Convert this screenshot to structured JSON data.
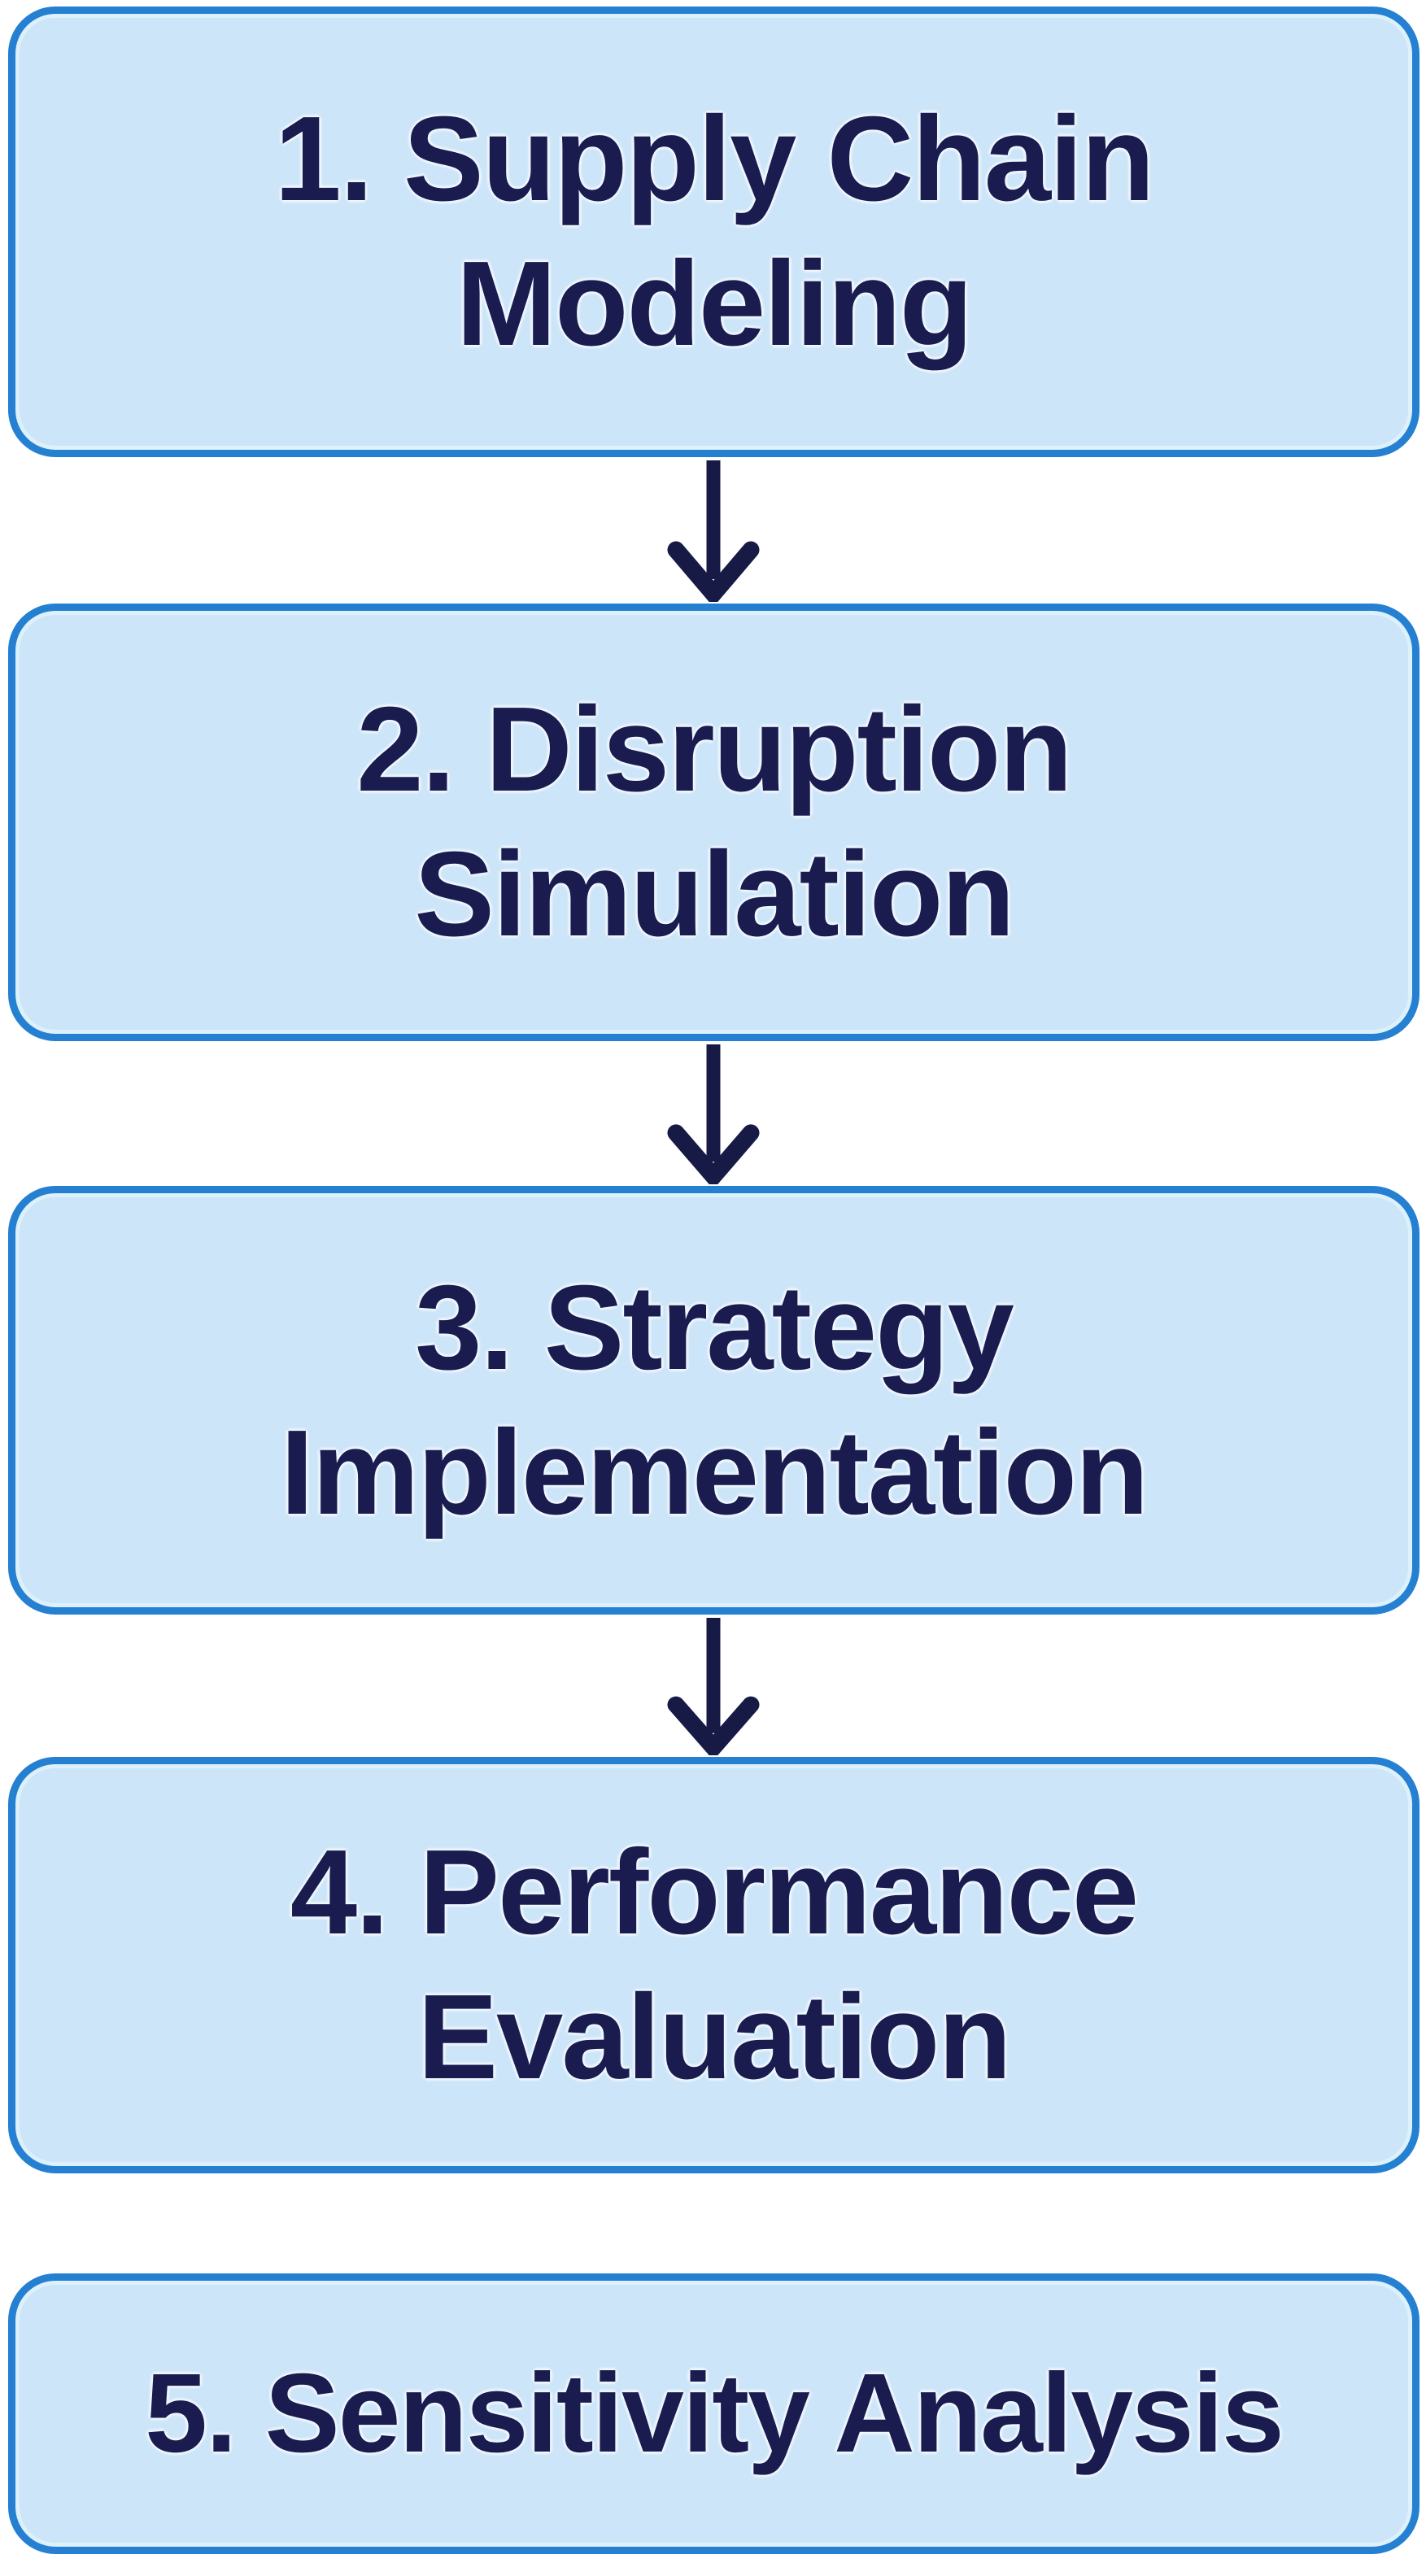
{
  "diagram": {
    "type": "flowchart",
    "direction": "top-down",
    "steps": [
      {
        "lines": [
          "1. Supply Chain",
          "Modeling"
        ]
      },
      {
        "lines": [
          "2. Disruption",
          "Simulation"
        ]
      },
      {
        "lines": [
          "3. Strategy",
          "Implementation"
        ]
      },
      {
        "lines": [
          "4. Performance",
          "Evaluation"
        ]
      },
      {
        "lines": [
          "5. Sensitivity Analysis"
        ]
      }
    ],
    "connectors": [
      {
        "between": "step-1 and step-2",
        "icon": "down-arrow"
      },
      {
        "between": "step-2 and step-3",
        "icon": "down-arrow"
      },
      {
        "between": "step-3 and step-4",
        "icon": "down-arrow"
      }
    ]
  },
  "theme": {
    "page_bg": "#ffffff",
    "box_fill": "#cde5f8",
    "box_border": "#2580d2",
    "box_inner": "#ddf1fb",
    "ink": "#1a1c4f",
    "arrow_ink": "#161a45"
  }
}
